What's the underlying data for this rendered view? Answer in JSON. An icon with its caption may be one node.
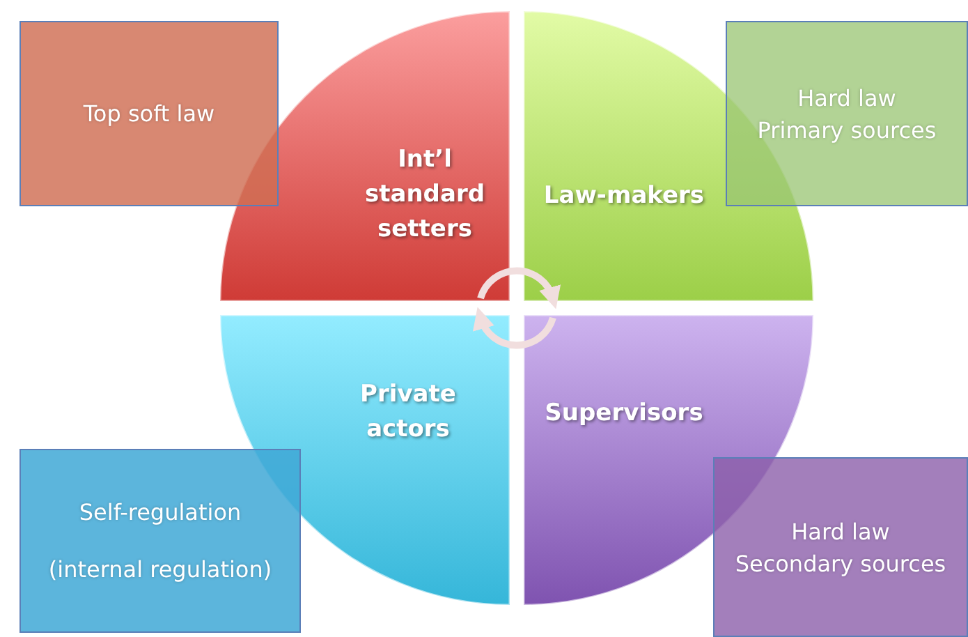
{
  "diagram": {
    "nodes": [
      {
        "text": [
          "Int’l standard setters"
        ]
      },
      {
        "text": [
          "Law-makers"
        ]
      },
      {
        "text": [
          "Private actors"
        ]
      },
      {
        "text": [
          "Supervisors"
        ]
      },
      {
        "text": [
          "Top soft law"
        ]
      },
      {
        "text": [
          "Hard law",
          "Primary sources"
        ]
      },
      {
        "text": [
          "Self-regulation",
          "(internal regulation)"
        ]
      },
      {
        "text": [
          "Hard law",
          "Secondary sources"
        ]
      }
    ],
    "edges": [
      {
        "from": 0,
        "to": 1,
        "arrow": "to"
      },
      {
        "from": 3,
        "to": 2,
        "arrow": "to"
      }
    ]
  }
}
